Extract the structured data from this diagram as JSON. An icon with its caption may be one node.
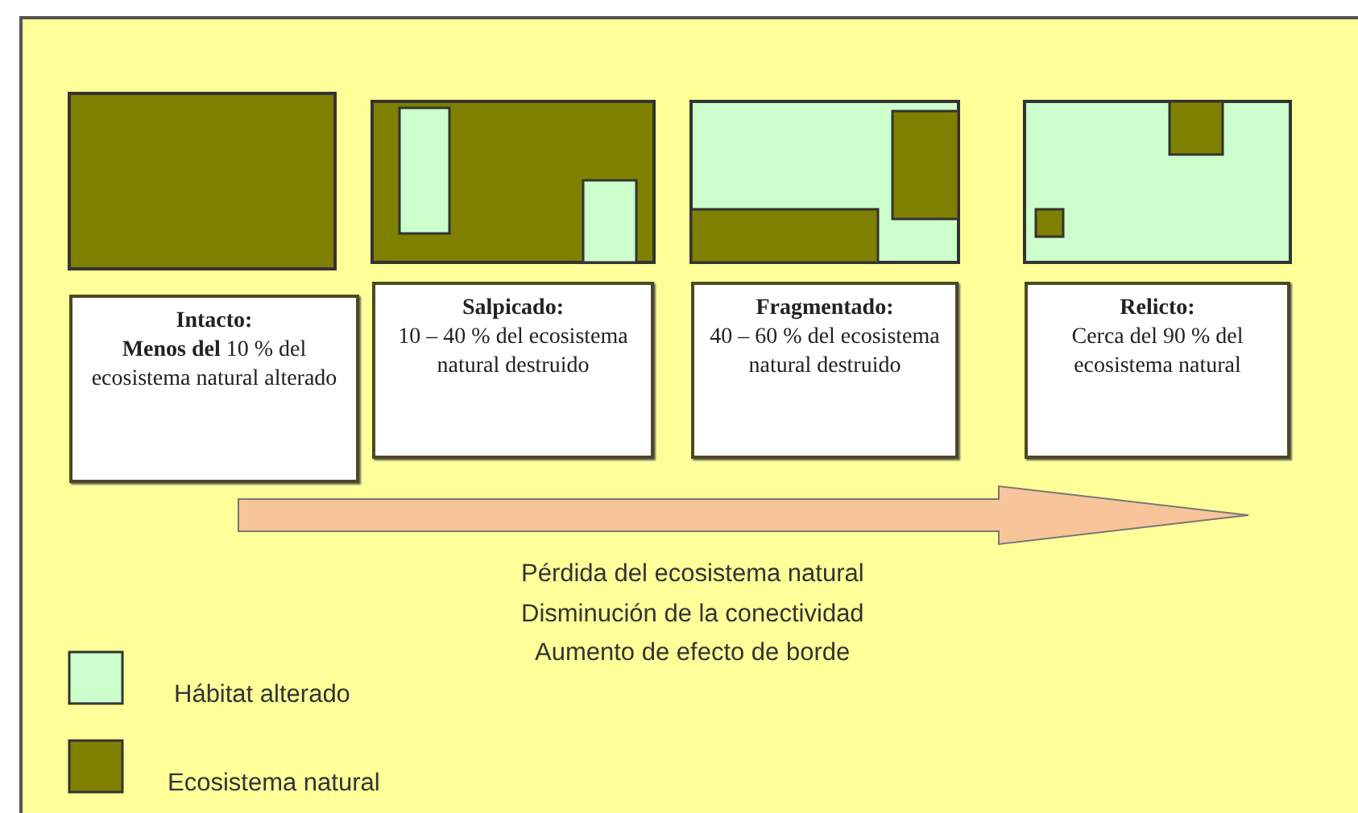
{
  "diagram": {
    "nodes": [
      {
        "text": [
          "Intacto:",
          "**Menos del** 10 % del ecosistema natural alterado"
        ]
      },
      {
        "text": [
          "Salpicado:",
          "10 – 40 % del ecosistema natural destruido"
        ]
      },
      {
        "text": [
          "Fragmentado:",
          "40 – 60 % del ecosistema natural destruido"
        ]
      },
      {
        "text": [
          "Relicto:",
          "Cerca del 90 % del ecosistema natural"
        ]
      }
    ],
    "edges": [],
    "labels": [
      "Pérdida del ecosistema natural",
      "Disminución de la conectividad",
      "Aumento de efecto de borde"
    ],
    "legend": [
      {
        "text": "Hábitat alterado",
        "color": "#ccffcc"
      },
      {
        "text": "Ecosistema natural",
        "color": "#808000"
      }
    ]
  }
}
